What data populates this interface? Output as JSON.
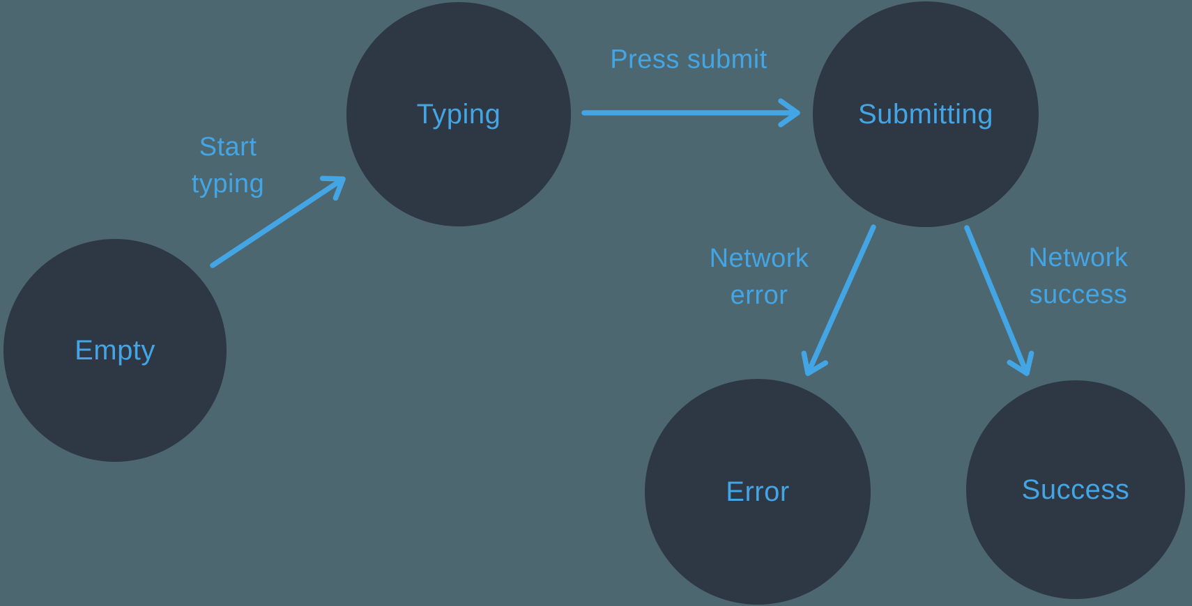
{
  "colors": {
    "background": "#4C6770",
    "node_fill": "#2E3744",
    "accent": "#44A5E5"
  },
  "diagram": {
    "type": "state-machine",
    "nodes": [
      {
        "id": "empty",
        "label": "Empty"
      },
      {
        "id": "typing",
        "label": "Typing"
      },
      {
        "id": "submitting",
        "label": "Submitting"
      },
      {
        "id": "error",
        "label": "Error"
      },
      {
        "id": "success",
        "label": "Success"
      }
    ],
    "edges": [
      {
        "id": "start-typing",
        "label": "Start\ntyping",
        "from": "Empty",
        "to": "Typing"
      },
      {
        "id": "press-submit",
        "label": "Press submit",
        "from": "Typing",
        "to": "Submitting"
      },
      {
        "id": "network-error",
        "label": "Network\nerror",
        "from": "Submitting",
        "to": "Error"
      },
      {
        "id": "network-success",
        "label": "Network\nsuccess",
        "from": "Submitting",
        "to": "Success"
      }
    ]
  }
}
